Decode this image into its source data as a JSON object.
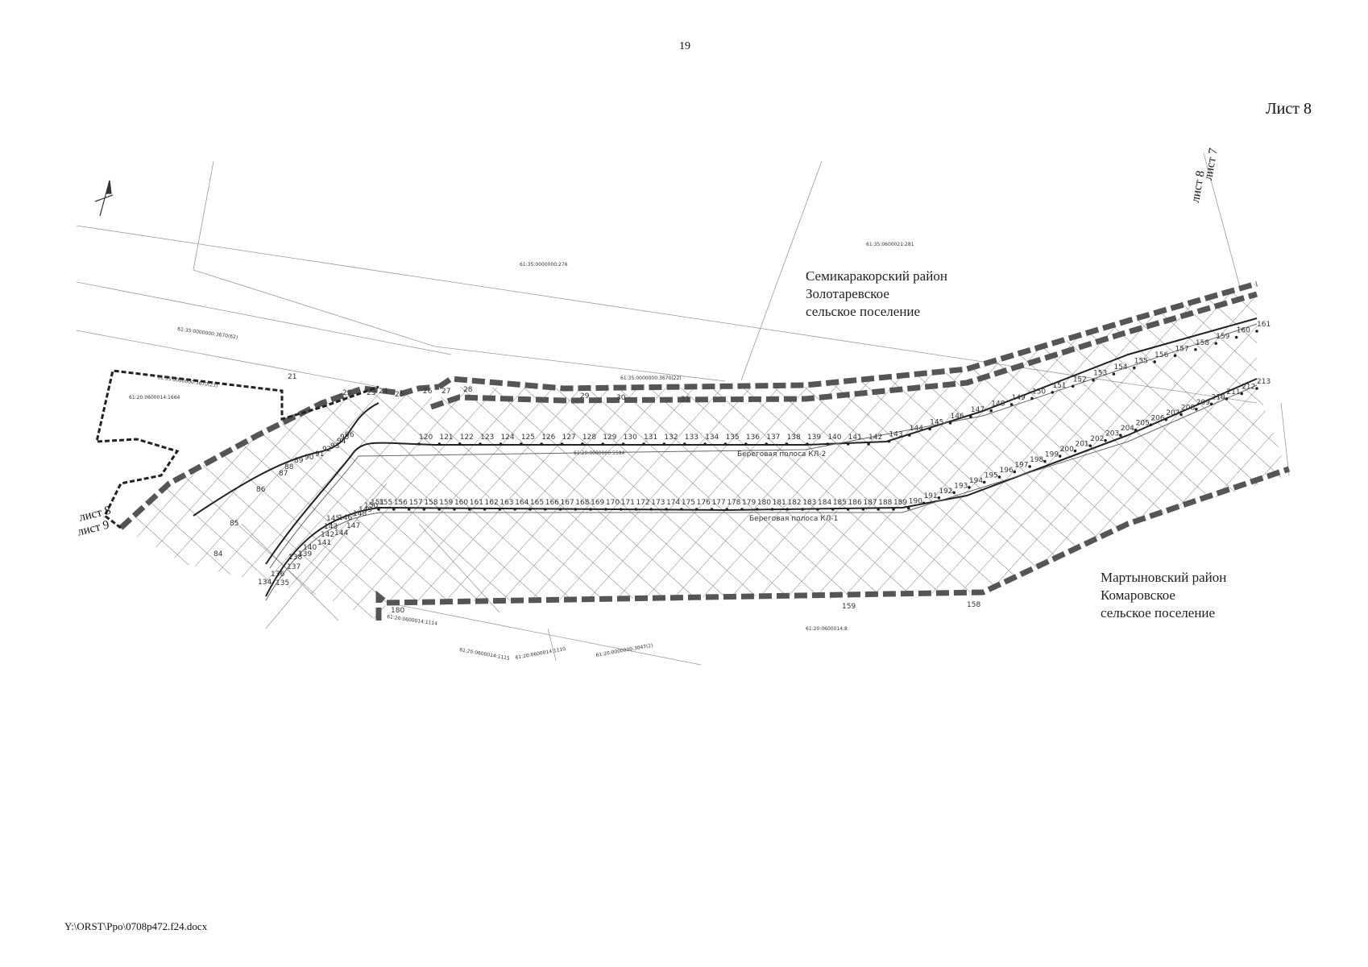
{
  "page": {
    "number": "19",
    "sheet_title": "Лист 8",
    "footer_path": "Y:\\ORST\\Ppo\\0708p472.f24.docx"
  },
  "regions": {
    "top": [
      "Семикаракорский район",
      "Золотаревское",
      "сельское поселение"
    ],
    "bottom": [
      "Мартыновский район",
      "Комаровское",
      "сельское поселение"
    ]
  },
  "sheet_labels": {
    "top_right_a": "лист 7",
    "top_right_b": "лист 8",
    "left_a": "лист 8",
    "left_b": "лист 9"
  },
  "parcels": [
    "61:35:0000000:276",
    "61:35:0600021:281",
    "61:35:0000000:3670(62)",
    "61:35:0000000:3670(23)",
    "61:20:0600014:1664",
    "61:35:0000000:3670(22)",
    "61:20:0000000:5584",
    "61:20:0600014:1114",
    "61:20:0600014:1115",
    "61:20:0600014:1110",
    "61:20:0000000:3047(2)",
    "61:20:0600014:8"
  ],
  "line_labels": {
    "kl1": "Береговая полоса   КЛ-1",
    "kl2": "Береговая полоса   КЛ-2"
  },
  "point_labels": {
    "upper_row": [
      "120",
      "121",
      "122",
      "123",
      "124",
      "125",
      "126",
      "127",
      "128",
      "129",
      "130",
      "131",
      "132",
      "133",
      "134",
      "135",
      "136",
      "137",
      "138",
      "139",
      "140",
      "141",
      "142",
      "143",
      "144",
      "145",
      "146",
      "147",
      "148",
      "149",
      "150",
      "151",
      "152",
      "153",
      "154",
      "155",
      "156",
      "157",
      "158",
      "159",
      "160",
      "161"
    ],
    "lower_row": [
      "155",
      "156",
      "157",
      "158",
      "159",
      "160",
      "161",
      "162",
      "163",
      "164",
      "165",
      "166",
      "167",
      "168",
      "169",
      "170",
      "171",
      "172",
      "173",
      "174",
      "175",
      "176",
      "177",
      "178",
      "179",
      "180",
      "181",
      "182",
      "183",
      "184",
      "185",
      "186",
      "187",
      "188",
      "189",
      "190",
      "191",
      "192",
      "193",
      "194",
      "195",
      "196",
      "197",
      "198",
      "199",
      "200",
      "201",
      "202",
      "203",
      "204",
      "205",
      "206",
      "207",
      "208",
      "209",
      "210",
      "211",
      "212",
      "213"
    ],
    "boundary": [
      "21",
      "22",
      "23",
      "24",
      "25",
      "26",
      "27",
      "28",
      "29",
      "30",
      "31",
      "158",
      "159",
      "180",
      "84",
      "85",
      "86",
      "87",
      "88",
      "89",
      "90",
      "91",
      "92",
      "93",
      "94",
      "95",
      "96",
      "134",
      "135",
      "136",
      "137",
      "138",
      "139",
      "140",
      "141",
      "142",
      "143",
      "144",
      "145",
      "146",
      "147",
      "148",
      "149",
      "150",
      "151"
    ]
  }
}
